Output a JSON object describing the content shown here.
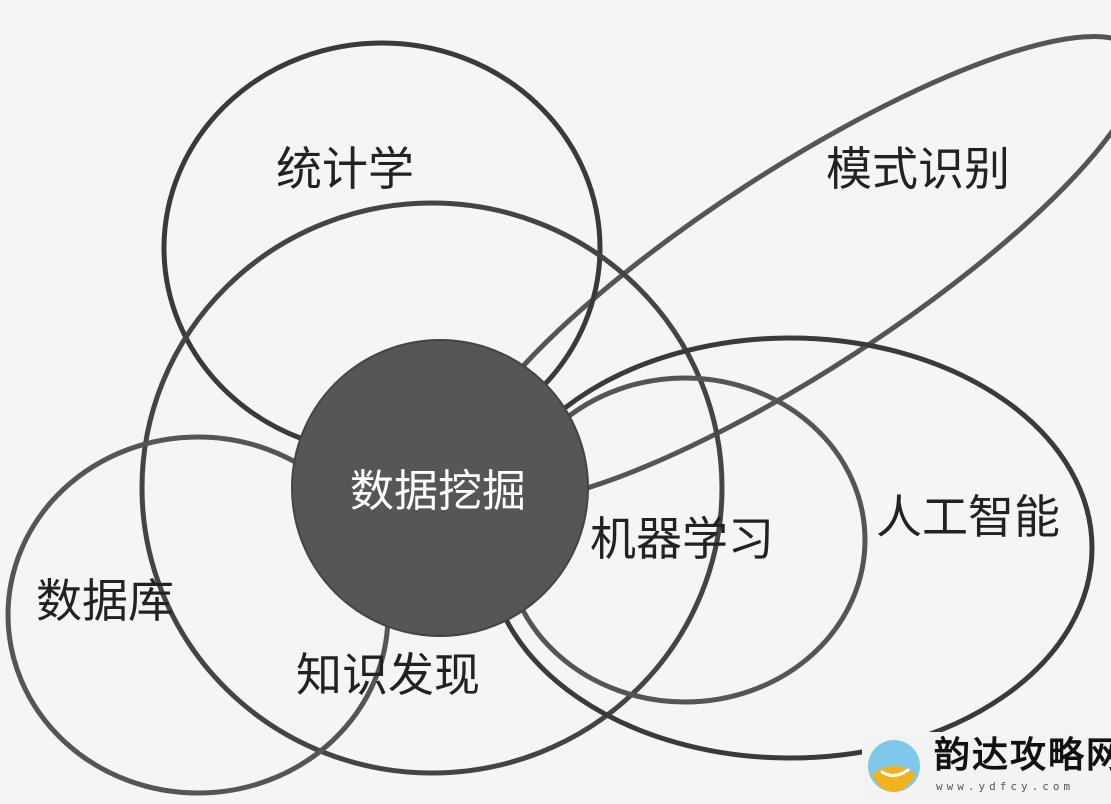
{
  "diagram": {
    "nodes": {
      "statistics": "统计学",
      "pattern_recognition": "模式识别",
      "data_mining": "数据挖掘",
      "machine_learning": "机器学习",
      "artificial_intelligence": "人工智能",
      "database": "数据库",
      "knowledge_discovery": "知识发现"
    }
  },
  "watermark": {
    "name": "韵达攻略网",
    "url": "www.ydfcy.com"
  },
  "colors": {
    "background": "#f5f5f5",
    "outline": "#444444",
    "center_fill": "#555555",
    "center_text": "#ffffff",
    "label_text": "#222222"
  }
}
